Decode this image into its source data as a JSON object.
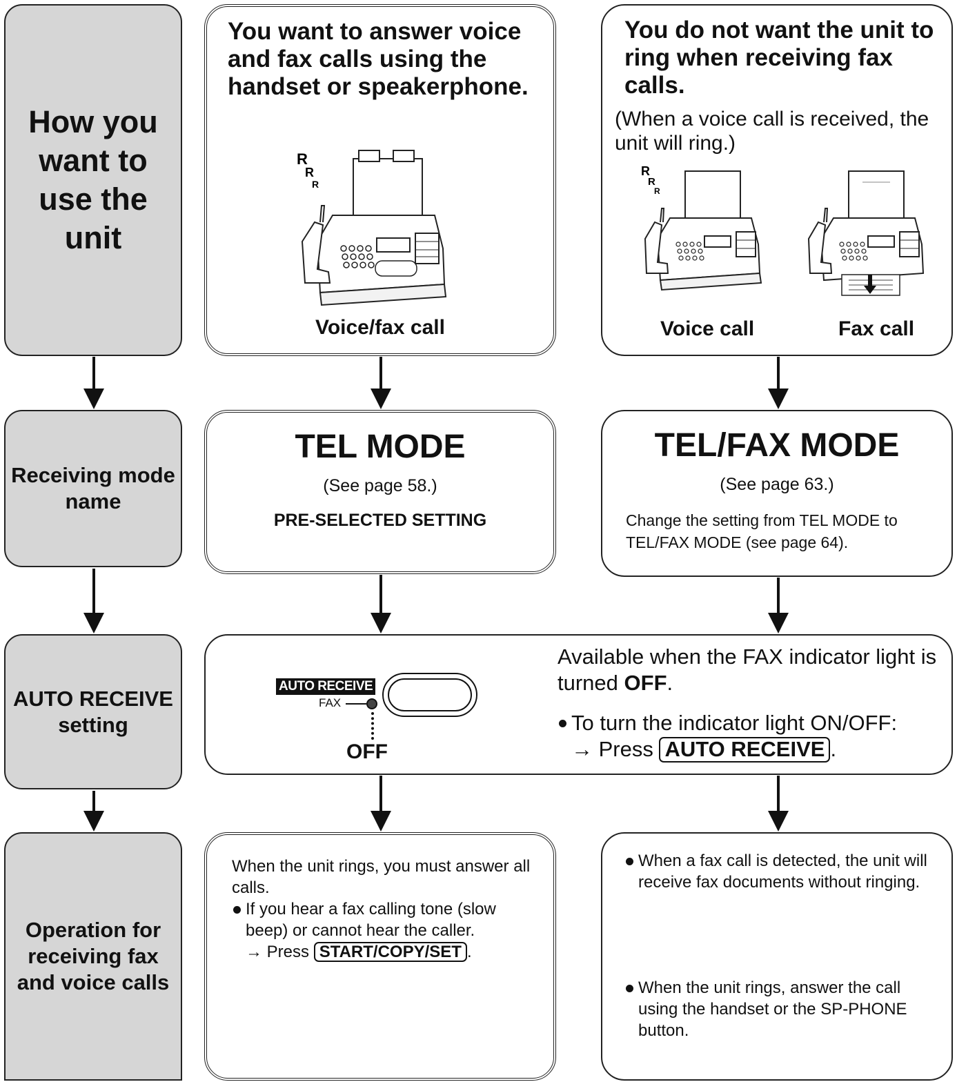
{
  "left_column": {
    "usage": "How you want to use the unit",
    "mode_name": "Receiving mode name",
    "auto_receive": "AUTO RECEIVE setting",
    "operation": "Operation for receiving fax and voice calls"
  },
  "tel": {
    "question": "You want to answer voice and fax calls using the handset or speakerphone.",
    "ring_letters": "RRR",
    "caption": "Voice/fax call",
    "mode_title": "TEL MODE",
    "page_ref": "(See page 58.)",
    "preselected": "PRE-SELECTED SETTING",
    "op_intro": "When the unit rings, you must answer all calls.",
    "op_bullet": "If you hear a fax calling tone (slow beep) or cannot hear the caller.",
    "op_press": "→ Press",
    "op_key": "START/COPY/SET"
  },
  "telfax": {
    "question": "You do not want the unit to ring when receiving fax calls.",
    "note": "(When a voice call is received, the unit will ring.)",
    "ring_letters": "RRR",
    "caption_voice": "Voice call",
    "caption_fax": "Fax call",
    "mode_title": "TEL/FAX MODE",
    "page_ref": "(See page 63.)",
    "change_note": "Change the setting from TEL MODE to TEL/FAX MODE (see page 64).",
    "op_bullet1": "When a fax call is detected, the unit will receive fax documents without ringing.",
    "op_bullet2": "When the unit rings, answer the call using the handset or the SP-PHONE button."
  },
  "auto_receive_box": {
    "button_label": "AUTO RECEIVE",
    "indicator_label": "FAX",
    "state": "OFF",
    "available_text": "Available when the FAX indicator light is turned",
    "available_bold": "OFF",
    "available_end": ".",
    "bullet_text": "To turn the indicator light ON/OFF:",
    "press_text": "→ Press",
    "press_key": "AUTO RECEIVE",
    "press_end": "."
  }
}
